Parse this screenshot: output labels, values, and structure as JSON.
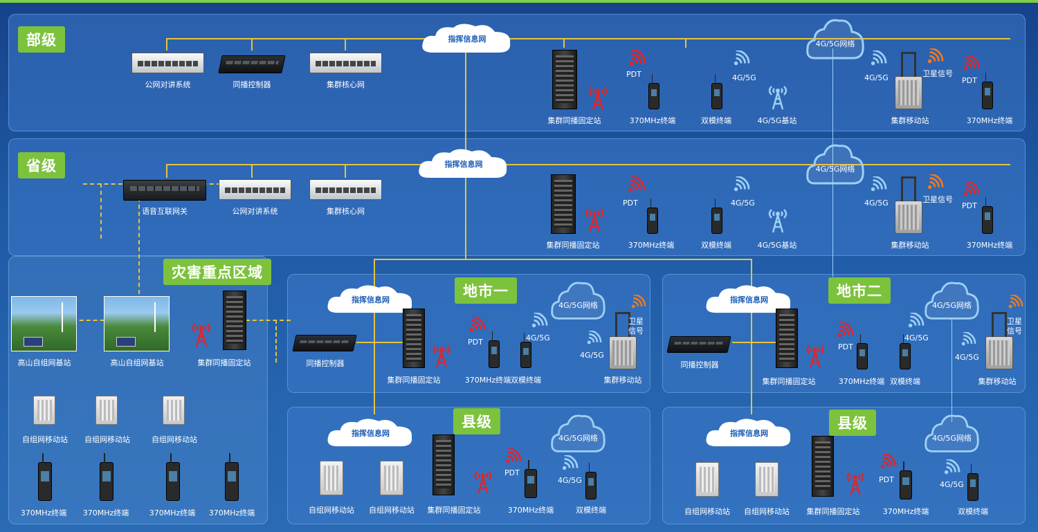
{
  "levels": {
    "ministry": "部级",
    "province": "省级",
    "disaster": "灾害重点区域",
    "city1": "地市一",
    "city2": "地市二",
    "county1": "县级",
    "county2": "县级"
  },
  "clouds": {
    "command": "指挥信息网",
    "net": "4G/5G网络"
  },
  "labels": {
    "public_talk": "公网对讲系统",
    "simulcast_ctrl": "同播控制器",
    "core_net": "集群核心网",
    "voice_gw": "语音互联网关",
    "fixed_station": "集群同播固定站",
    "t370": "370MHz终端",
    "dual": "双模终端",
    "bs45": "4G/5G基站",
    "mobile_station": "集群移动站",
    "pdt": "PDT",
    "g45": "4G/5G",
    "satellite": "卫星信号",
    "satellite_a": "卫星",
    "satellite_b": "信号",
    "mountain_bs": "高山自组网基站",
    "adhoc_mobile": "自组网移动站"
  },
  "colors": {
    "tag": "#7cc23c",
    "line": "#e8c33a",
    "signal_red": "#e0262a",
    "signal_orange": "#f07a1e",
    "signal_blue": "#9fd0f5"
  }
}
